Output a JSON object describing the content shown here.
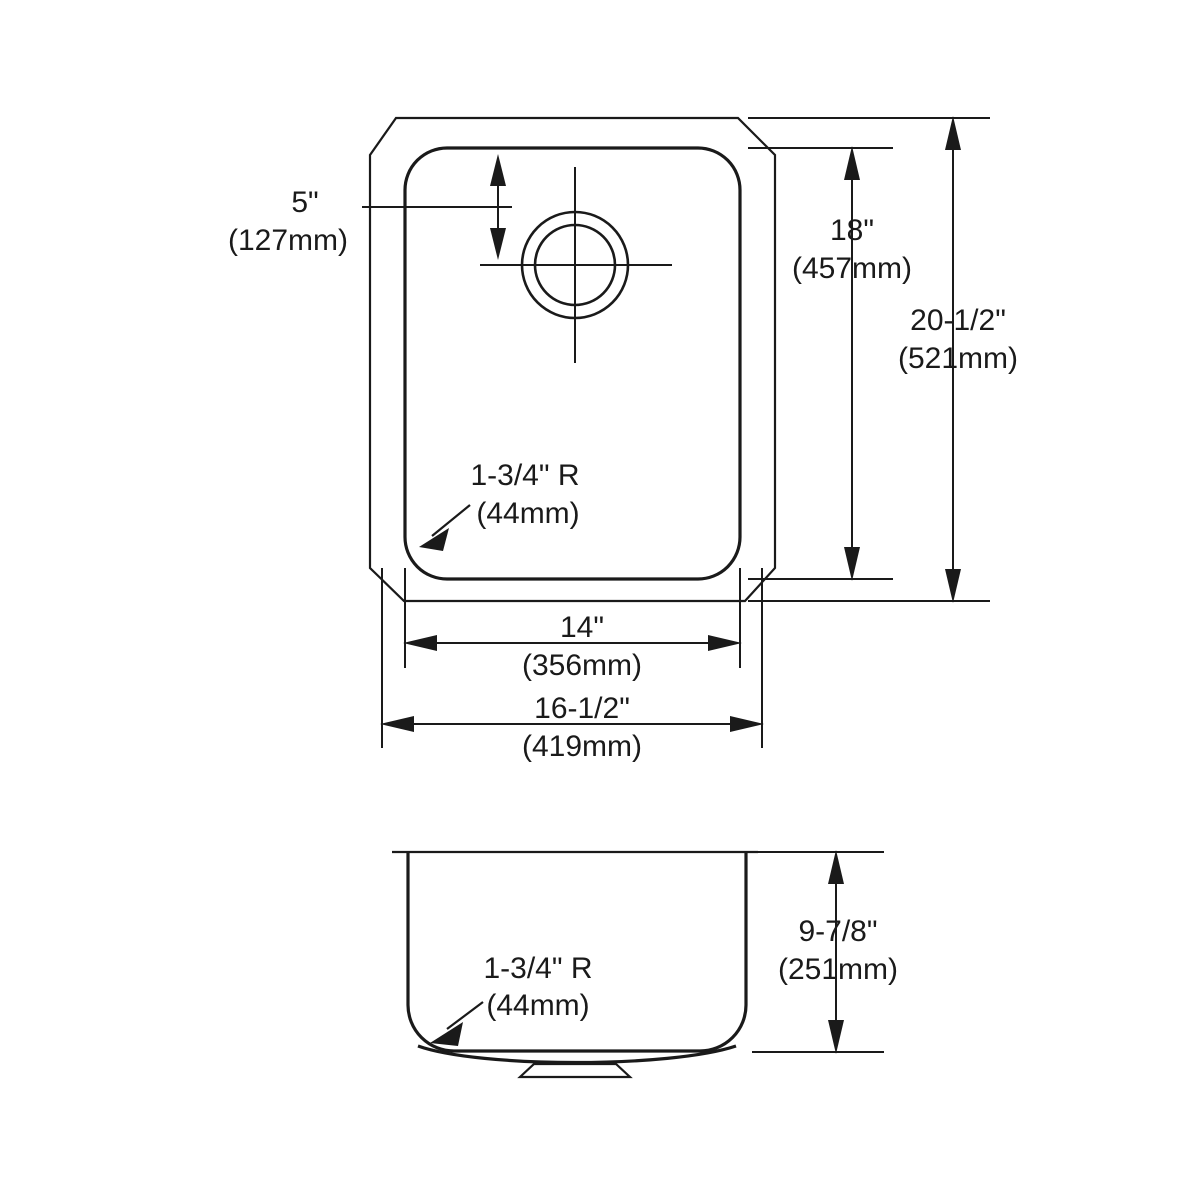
{
  "document": {
    "kind": "technical-specification-drawing",
    "subject": "undermount single bowl sink",
    "views": [
      "top-view",
      "front-elevation-view"
    ]
  },
  "colors": {
    "line": "#1a1a1a",
    "background": "#ffffff"
  },
  "top_view": {
    "dimensions": {
      "drain_offset": {
        "imperial": "5\"",
        "metric": "(127mm)"
      },
      "bowl_depth_front_to_back": {
        "imperial": "18\"",
        "metric": "(457mm)"
      },
      "overall_front_to_back": {
        "imperial": "20-1/2\"",
        "metric": "(521mm)"
      },
      "bowl_width": {
        "imperial": "14\"",
        "metric": "(356mm)"
      },
      "overall_width": {
        "imperial": "16-1/2\"",
        "metric": "(419mm)"
      },
      "corner_radius": {
        "imperial": "1-3/4\" R",
        "metric": "(44mm)"
      }
    }
  },
  "front_view": {
    "dimensions": {
      "bowl_depth": {
        "imperial": "9-7/8\"",
        "metric": "(251mm)"
      },
      "corner_radius": {
        "imperial": "1-3/4\" R",
        "metric": "(44mm)"
      }
    }
  }
}
